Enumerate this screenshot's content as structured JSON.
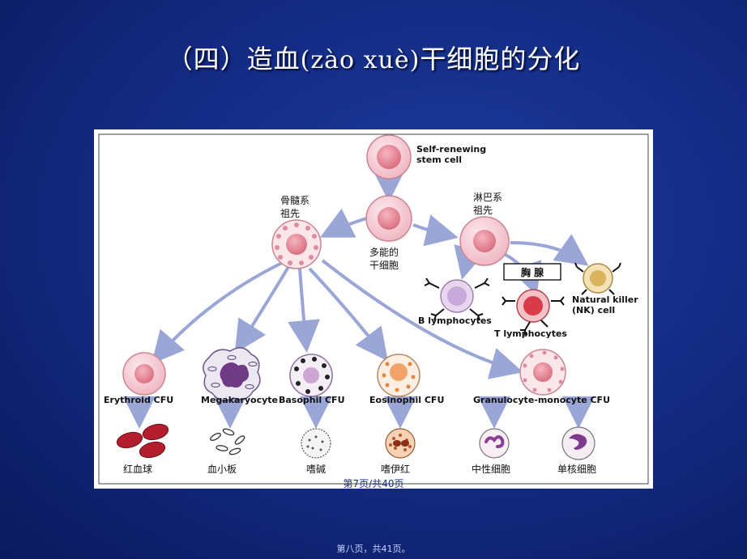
{
  "title": {
    "prefix": "（四）造血",
    "pinyin": "(zào xuè)",
    "suffix": "干细胞的分化"
  },
  "diagram": {
    "stem_cell": "Self-renewing\nstem cell",
    "myeloid_progenitor": "骨髓系\n祖先",
    "multipotent": "多能的\n干细胞",
    "lymphoid_progenitor": "淋巴系\n祖先",
    "thymus": "胸  腺",
    "nk_cell": "Natural killer\n(NK) cell",
    "b_lymph": "B lymphocytes",
    "t_lymph": "T lymphocytes",
    "erythroid": "Erythroid CFU",
    "megakaryocyte": "Megakaryocyte",
    "basophil": "Basophil CFU",
    "eosinophil": "Eosinophil CFU",
    "granulocyte": "Granulocyte-monocyte CFU",
    "rbc": "红血球",
    "platelet": "血小板",
    "baso_cn": "嗜碱",
    "eos_cn": "嗜伊红",
    "neutro_cn": "中性细胞",
    "mono_cn": "单核细胞"
  },
  "page_inner": "第7页/共40页",
  "page_outer": "第八页，共41页。",
  "colors": {
    "background": "#142c86",
    "arrow": "#9aa6d6",
    "cell_pink": "#f3c6cf",
    "nucleus_pink": "#e58a9c"
  }
}
